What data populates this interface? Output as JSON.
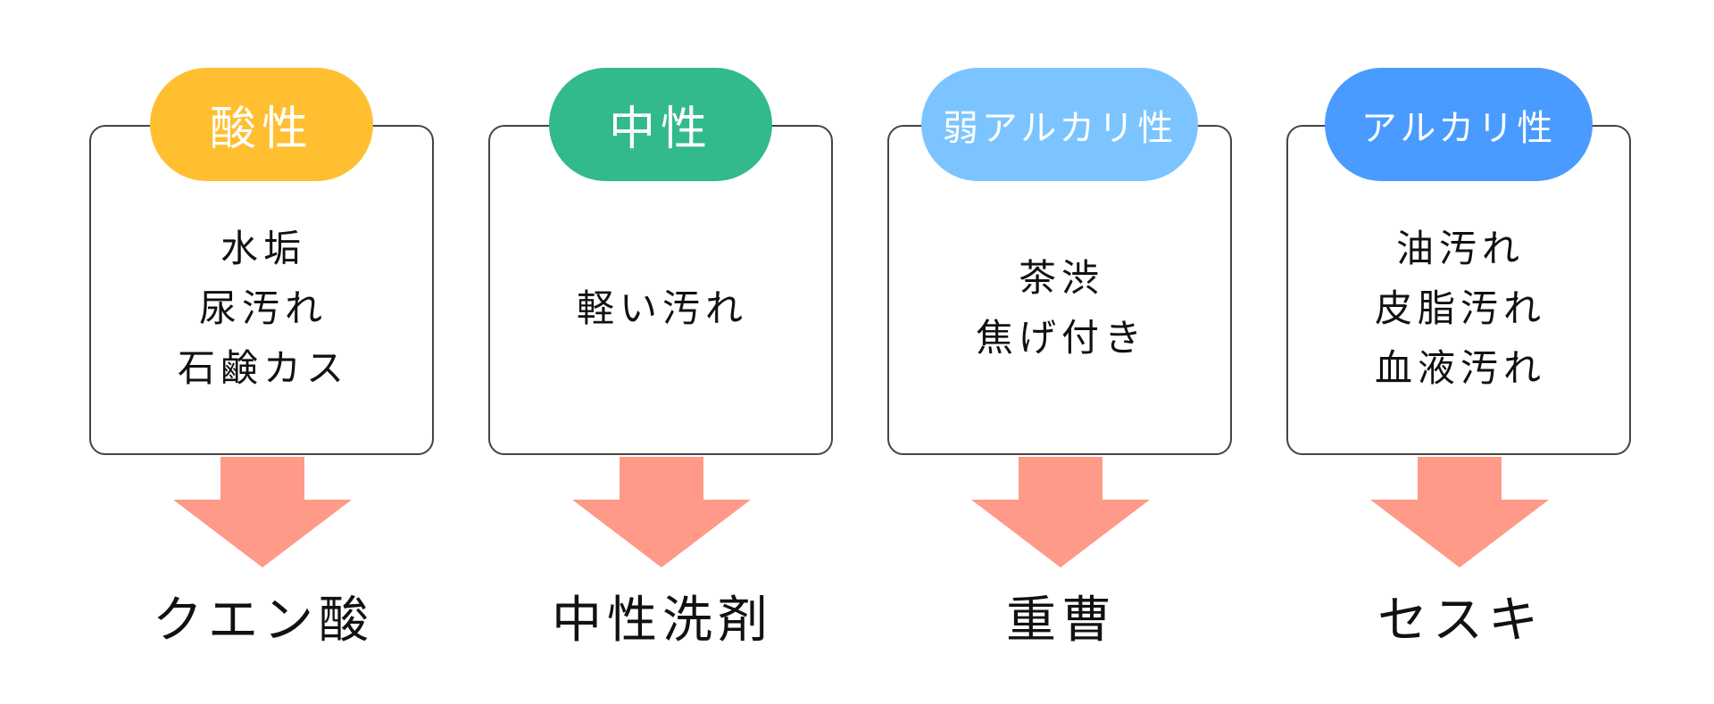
{
  "colors": {
    "acid": "#FFBF30",
    "neutral": "#32B98D",
    "weak_alkaline": "#7CC4FF",
    "alkaline": "#4A9BFF",
    "arrow": "#FF9A88",
    "border": "#444444",
    "text": "#111111"
  },
  "columns": [
    {
      "pill_label": "酸性",
      "dirt_lines": [
        "水垢",
        "尿汚れ",
        "石鹸カス"
      ],
      "cleaner": "クエン酸"
    },
    {
      "pill_label": "中性",
      "dirt_lines": [
        "軽い汚れ"
      ],
      "cleaner": "中性洗剤"
    },
    {
      "pill_label": "弱アルカリ性",
      "dirt_lines": [
        "茶渋",
        "焦げ付き"
      ],
      "cleaner": "重曹"
    },
    {
      "pill_label": "アルカリ性",
      "dirt_lines": [
        "油汚れ",
        "皮脂汚れ",
        "血液汚れ"
      ],
      "cleaner": "セスキ"
    }
  ]
}
